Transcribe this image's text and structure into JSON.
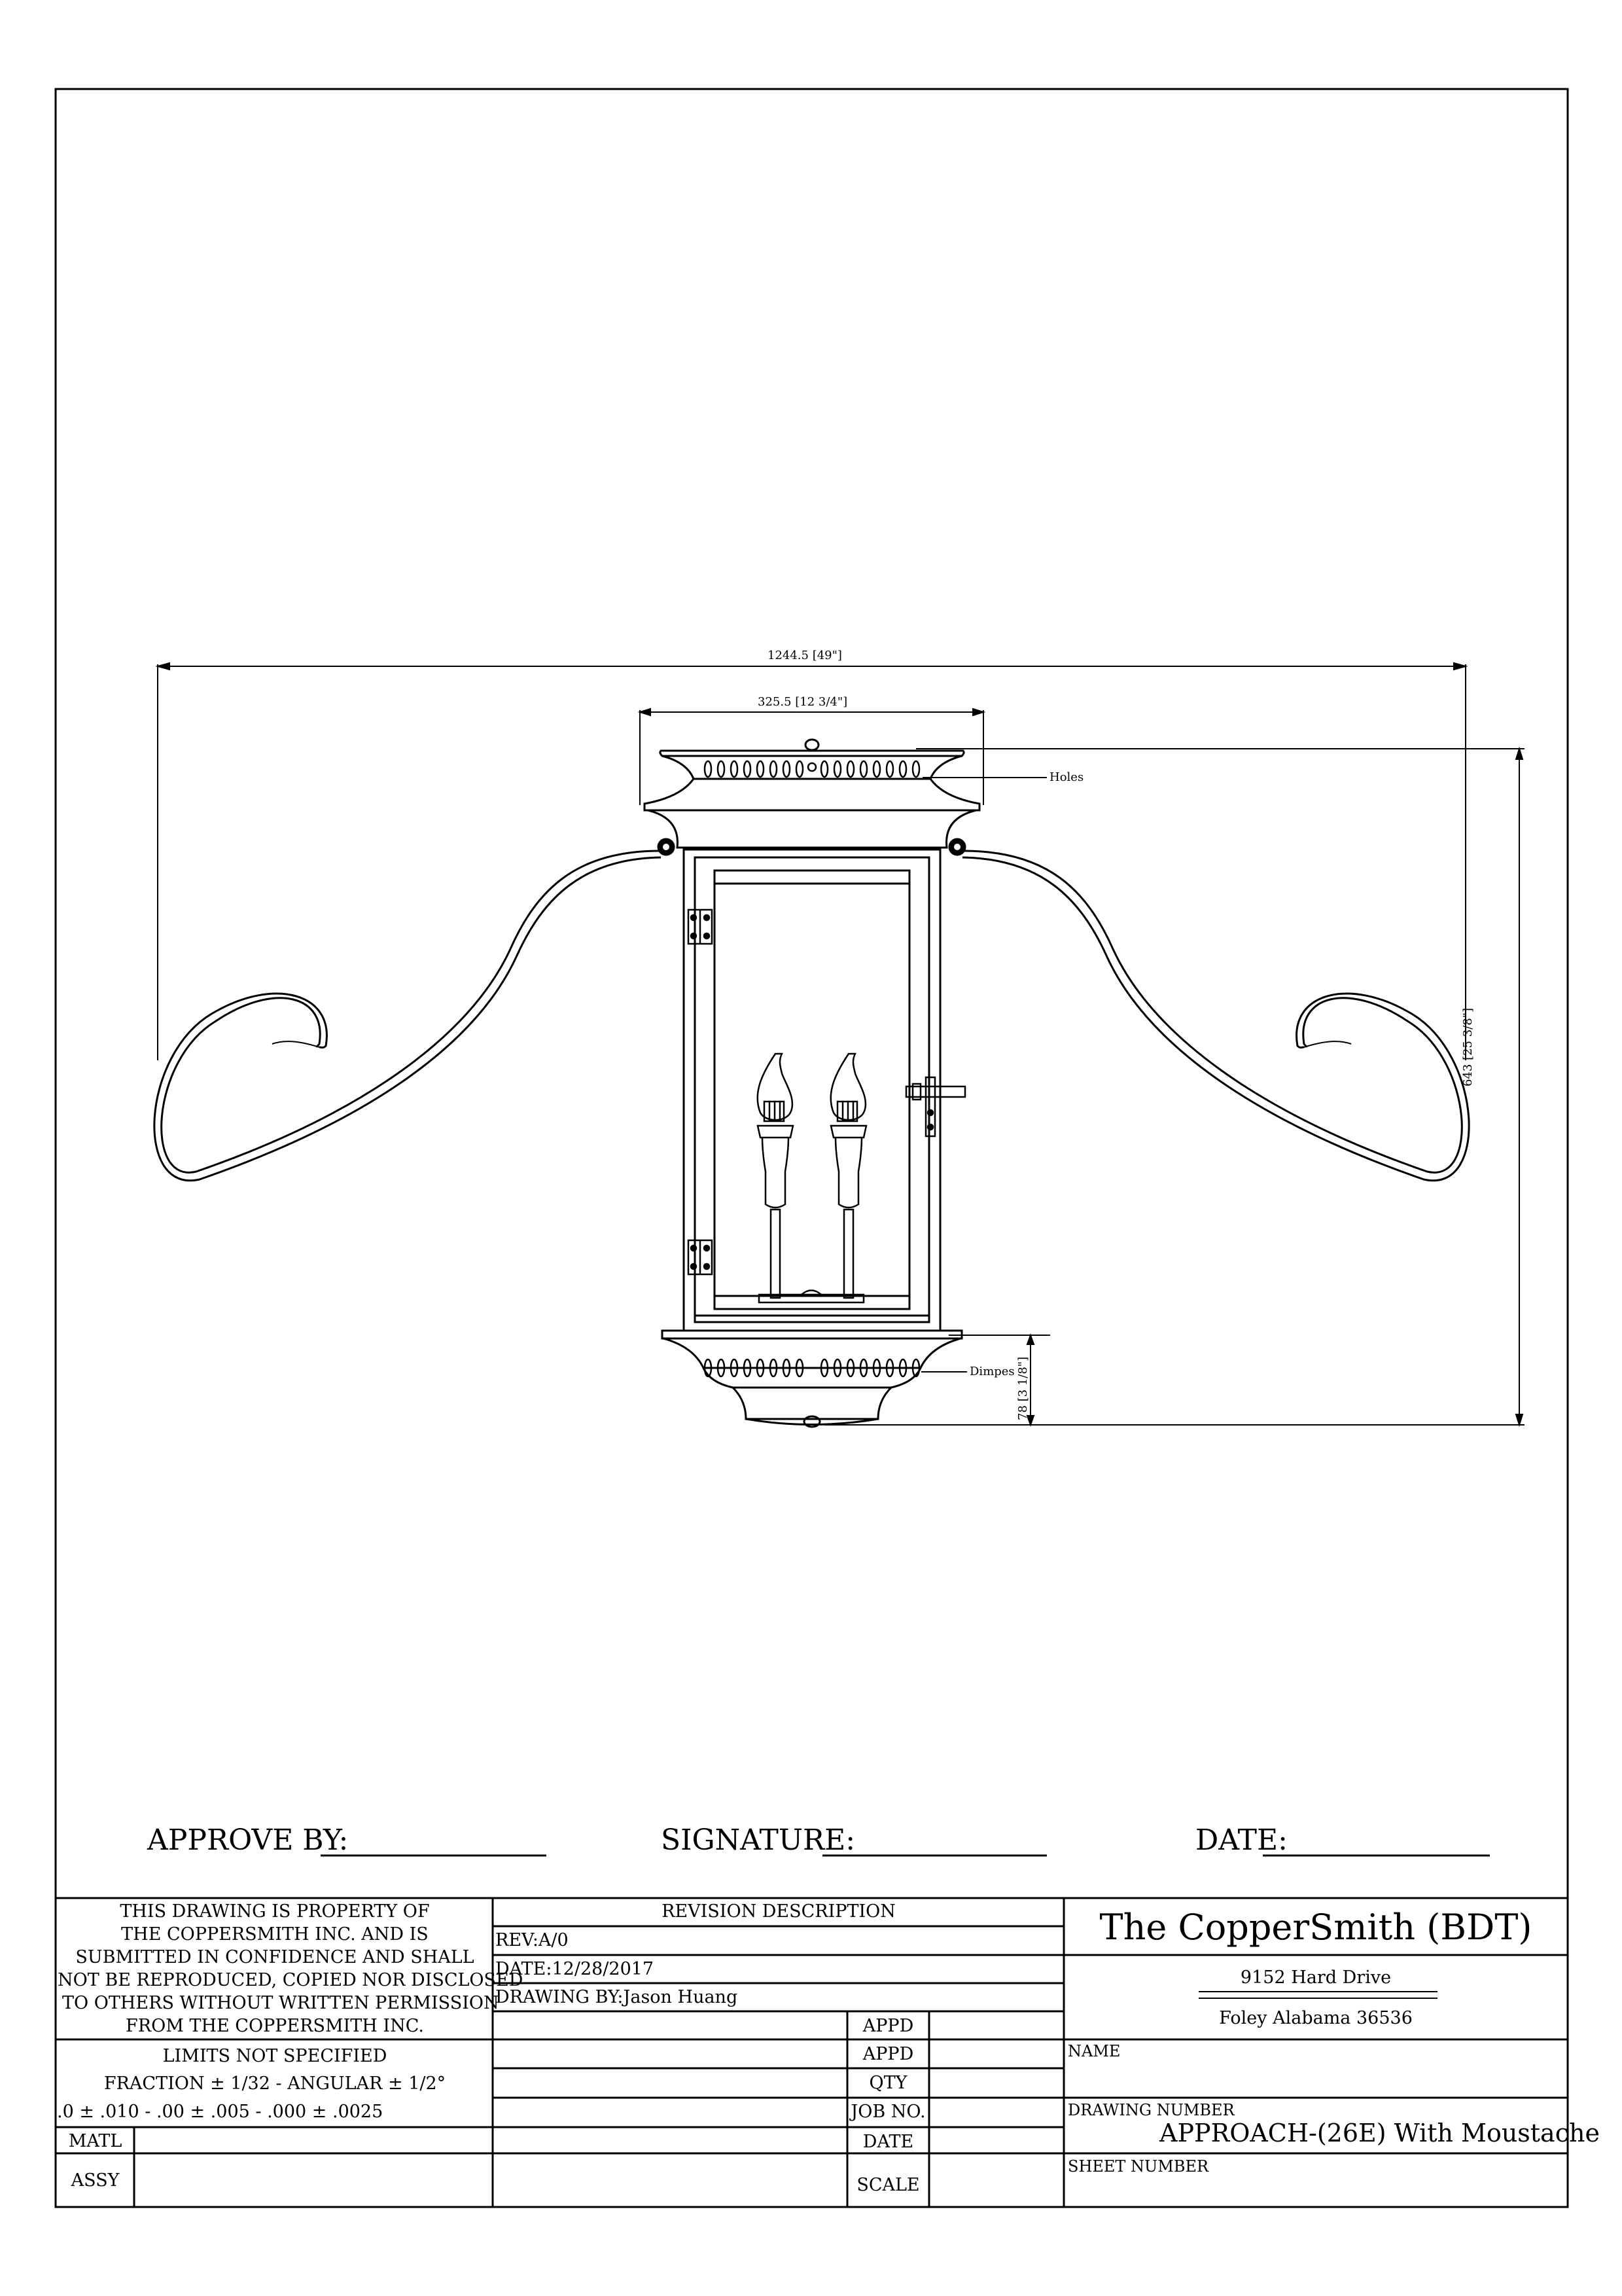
{
  "drawing": {
    "dimensions": {
      "overall_width": "1244.5 [49\"]",
      "top_width": "325.5 [12 3/4\"]",
      "overall_height": "643 [25 3/8\"]",
      "bottom_height": "78 [3 1/8\"]"
    },
    "callouts": {
      "holes": "Holes",
      "dimples": "Dimpes"
    }
  },
  "approval": {
    "approve_by": "APPROVE BY:",
    "signature": "SIGNATURE:",
    "date": "DATE:"
  },
  "title_block": {
    "notice": [
      "THIS DRAWING IS PROPERTY OF",
      "THE COPPERSMITH INC. AND IS",
      "SUBMITTED IN CONFIDENCE AND SHALL",
      "NOT BE REPRODUCED, COPIED NOR DISCLOSED",
      "TO OTHERS WITHOUT WRITTEN PERMISSION",
      "FROM THE COPPERSMITH INC."
    ],
    "limits_title": "LIMITS NOT SPECIFIED",
    "limits_fraction": "FRACTION ± 1/32 - ANGULAR ± 1/2°",
    "limits_decimal": ".0 ± .010 - .00 ± .005 - .000 ± .0025",
    "matl": "MATL",
    "assy": "ASSY",
    "revision_header": "REVISION DESCRIPTION",
    "rev": "REV:A/0",
    "date": "DATE:12/28/2017",
    "drawn_by": "DRAWING BY:Jason Huang",
    "appd_1": "APPD",
    "appd_2": "APPD",
    "qty": "QTY",
    "job_no": "JOB NO.",
    "date_label": "DATE",
    "scale": "SCALE",
    "company": "The CopperSmith (BDT)",
    "address1": "9152 Hard Drive",
    "address2": "Foley Alabama 36536",
    "name_label": "NAME",
    "drawing_number_label": "DRAWING NUMBER",
    "drawing_number": "APPROACH-(26E) With Moustache",
    "sheet_number_label": "SHEET NUMBER"
  }
}
